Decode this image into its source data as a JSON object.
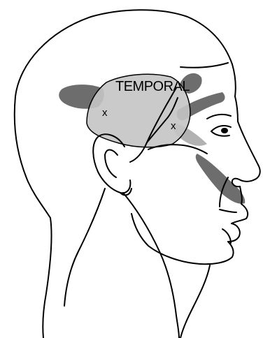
{
  "diagram": {
    "muscle_label": "TEMPORAL",
    "trigger_point_markers": [
      "x",
      "x"
    ],
    "colors": {
      "outline": "#000000",
      "background": "#ffffff",
      "muscle_fill": "#c4c4c4",
      "referred_pain_dark": "#6d6d6d",
      "referred_pain_light": "#b2b2b2"
    }
  }
}
